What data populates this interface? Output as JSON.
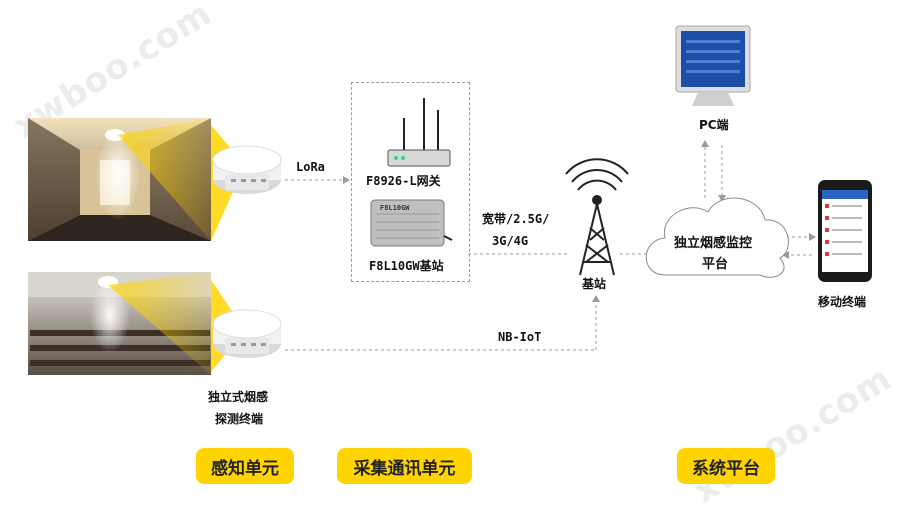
{
  "watermarks": [
    "xwboo.com",
    "xwboo.com"
  ],
  "sense": {
    "link_lora": "LoRa",
    "link_nbiot": "NB-IoT",
    "terminal_label_line1": "独立式烟感",
    "terminal_label_line2": "探测终端"
  },
  "gateway": {
    "gw1_label": "F8926-L网关",
    "gw2_label": "F8L10GW基站",
    "gw2_print": "F8L10GW",
    "link_broadband_line1": "宽带/2.5G/",
    "link_broadband_line2": "3G/4G"
  },
  "base_station": {
    "label": "基站"
  },
  "platform": {
    "cloud_line1": "独立烟感监控",
    "cloud_line2": "平台",
    "pc_label": "PC端",
    "mobile_label": "移动终端"
  },
  "units": {
    "sense": "感知单元",
    "collect": "采集通讯单元",
    "system": "系统平台"
  },
  "colors": {
    "accent_yellow": "#ffd400",
    "line_gray": "#9a9a9a",
    "screen_blue": "#1e4fa8"
  }
}
